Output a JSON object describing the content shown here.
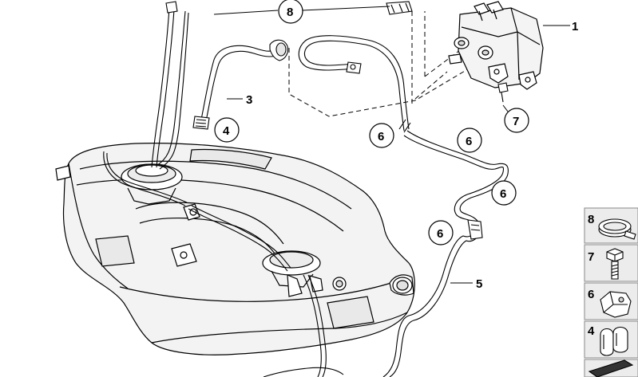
{
  "callouts": {
    "c1": "1",
    "c3": "3",
    "c4": "4",
    "c5": "5",
    "c6a": "6",
    "c6b": "6",
    "c6c": "6",
    "c6d": "6",
    "c7": "7",
    "c8": "8"
  },
  "legend": {
    "items": [
      {
        "label": "8",
        "icon": "hose-clamp-icon"
      },
      {
        "label": "7",
        "icon": "hex-bolt-icon"
      },
      {
        "label": "6",
        "icon": "pipe-clip-icon"
      },
      {
        "label": "4",
        "icon": "double-clip-icon"
      },
      {
        "label": "",
        "icon": "gasket-icon"
      }
    ]
  },
  "colors": {
    "line": "#000000",
    "fill": "#f2f2f2",
    "shade": "#d9d9d9",
    "legend_bg": "#ececec"
  }
}
